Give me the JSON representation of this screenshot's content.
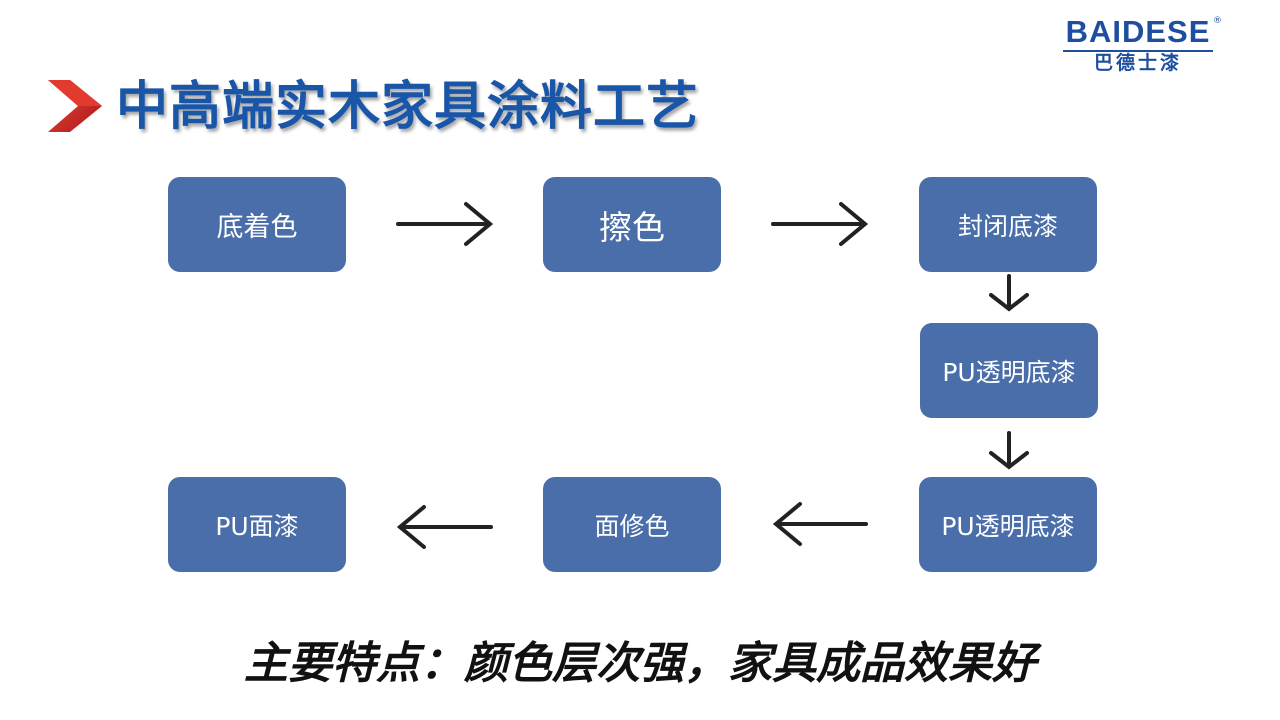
{
  "logo": {
    "en": "BAIDESE",
    "cn": "巴德士漆",
    "reg": "®"
  },
  "title": "中高端实木家具涂料工艺",
  "steps": [
    "底着色",
    "擦色",
    "封闭底漆",
    "PU透明底漆",
    "PU透明底漆",
    "面修色",
    "PU面漆"
  ],
  "footer": "主要特点：颜色层次强，家具成品效果好",
  "colors": {
    "title": "#1a56a8",
    "box": "#4a6ea9",
    "chevron": "#d42a2a",
    "logo": "#1d4e9f"
  }
}
